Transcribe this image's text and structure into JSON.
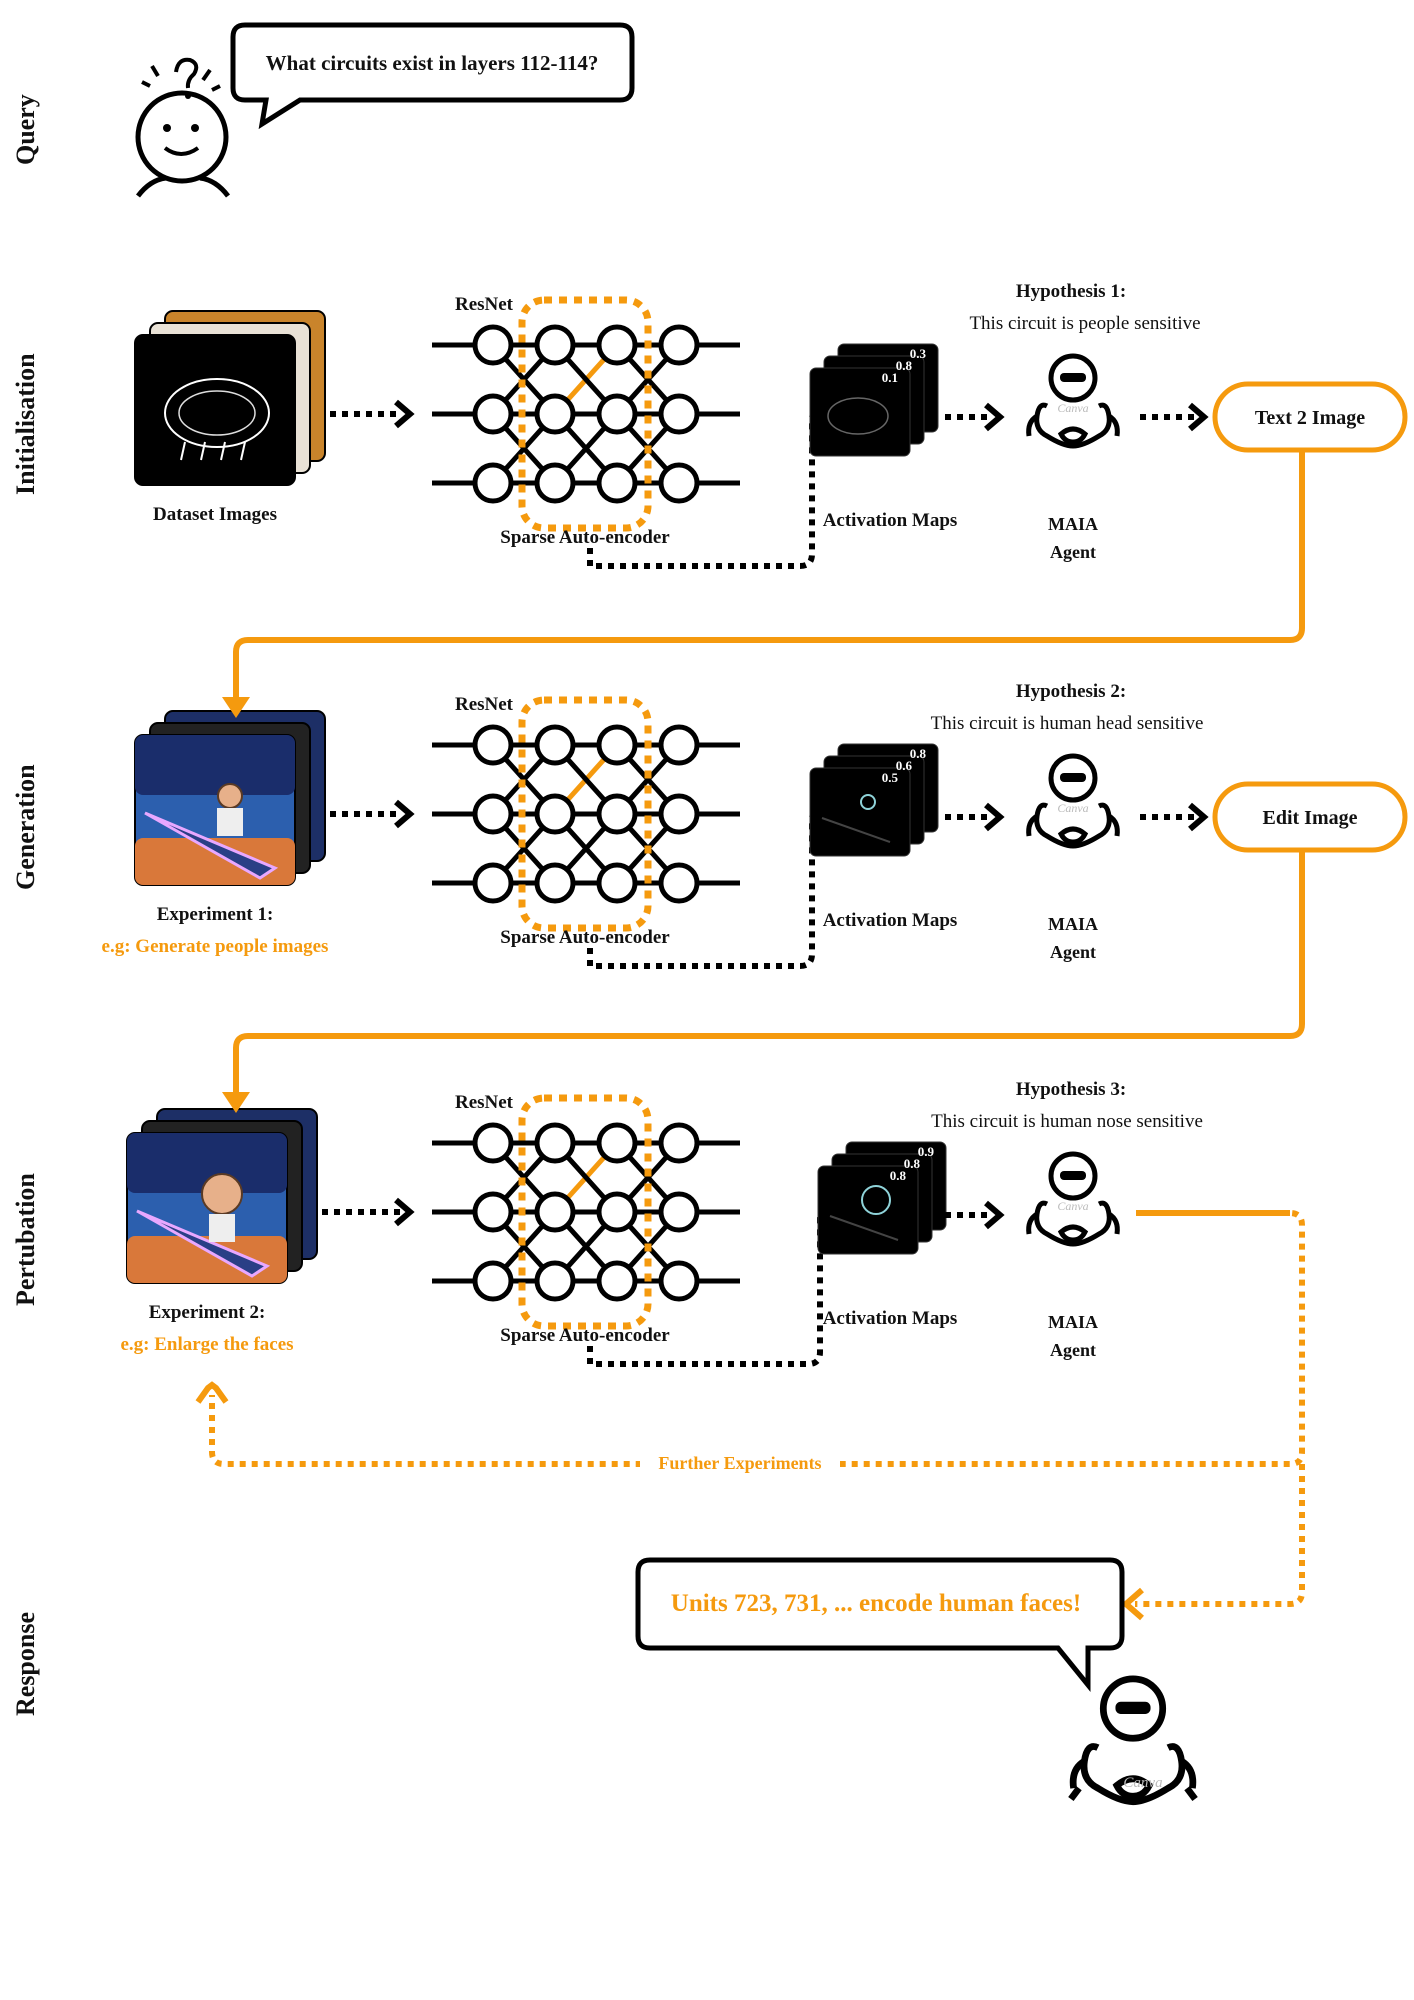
{
  "query": {
    "stage_label": "Query",
    "speech": "What circuits exist in layers 112-114?"
  },
  "rows": [
    {
      "stage_label": "Initialisation",
      "input_caption": "Dataset Images",
      "input_sub": "",
      "network_title": "ResNet",
      "network_caption": "Sparse Auto-encoder",
      "maps_caption": "Activation Maps",
      "scores": [
        "0.3",
        "0.8",
        "0.1"
      ],
      "hypothesis_title": "Hypothesis 1:",
      "hypothesis_text": "This circuit is people sensitive",
      "agent_name": "MAIA",
      "agent_sub": "Agent",
      "tool": "Text 2 Image"
    },
    {
      "stage_label": "Generation",
      "input_caption": "Experiment 1:",
      "input_sub": "e.g: Generate people images",
      "network_title": "ResNet",
      "network_caption": "Sparse Auto-encoder",
      "maps_caption": "Activation Maps",
      "scores": [
        "0.8",
        "0.6",
        "0.5"
      ],
      "hypothesis_title": "Hypothesis 2:",
      "hypothesis_text": "This circuit is human head sensitive",
      "agent_name": "MAIA",
      "agent_sub": "Agent",
      "tool": "Edit Image"
    },
    {
      "stage_label": "Pertubation",
      "input_caption": "Experiment 2:",
      "input_sub": "e.g: Enlarge the faces",
      "network_title": "ResNet",
      "network_caption": "Sparse Auto-encoder",
      "maps_caption": "Activation Maps",
      "scores": [
        "0.9",
        "0.8",
        "0.8"
      ],
      "hypothesis_title": "Hypothesis 3:",
      "hypothesis_text": "This circuit is human nose sensitive",
      "agent_name": "MAIA",
      "agent_sub": "Agent",
      "tool": ""
    }
  ],
  "loop_label": "Further Experiments",
  "response": {
    "stage_label": "Response",
    "speech": "Units 723, 731, ... encode human faces!"
  },
  "watermark": "Canva",
  "colors": {
    "accent": "#f59a0e",
    "ink": "#000000"
  },
  "icons": [
    "person-icon",
    "robot-agent-icon",
    "speech-bubble-icon"
  ]
}
